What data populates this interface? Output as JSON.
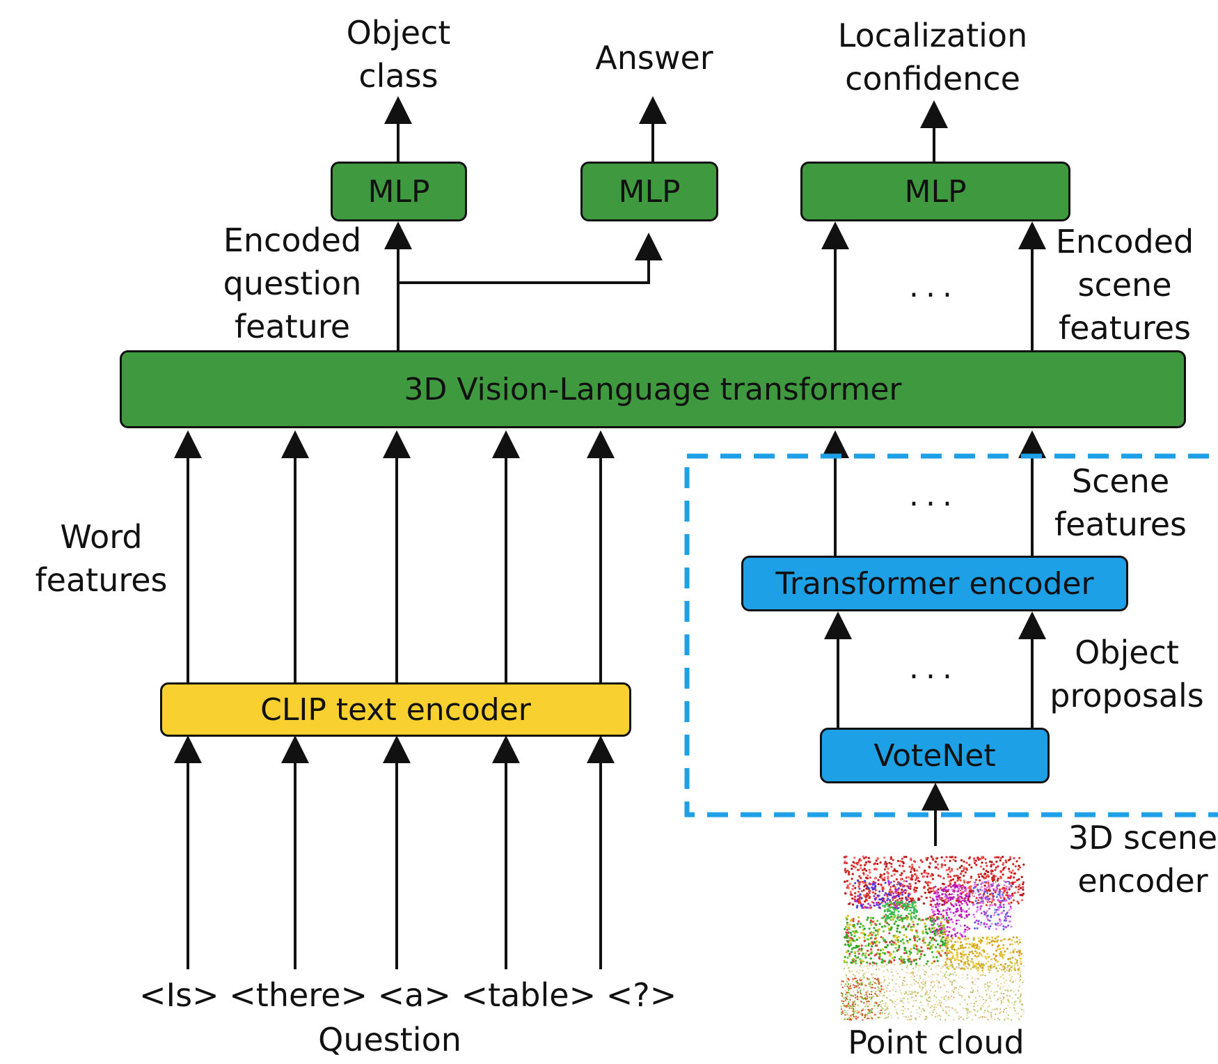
{
  "outputs": {
    "object_class": [
      "Object",
      "class"
    ],
    "answer": "Answer",
    "localization": [
      "Localization",
      "confidence"
    ]
  },
  "mlp_label": "MLP",
  "labels": {
    "encoded_question": [
      "Encoded",
      "question",
      "feature"
    ],
    "encoded_scene": [
      "Encoded",
      "scene",
      "features"
    ],
    "word_features": [
      "Word",
      "features"
    ],
    "scene_features": [
      "Scene",
      "features"
    ],
    "object_proposals": [
      "Object",
      "proposals"
    ],
    "scene_encoder": [
      "3D scene",
      "encoder"
    ],
    "ellipsis": "..."
  },
  "boxes": {
    "transformer_3d": "3D Vision-Language transformer",
    "clip": "CLIP text encoder",
    "transformer_encoder": "Transformer encoder",
    "votenet": "VoteNet"
  },
  "question_tokens": "<Is> <there> <a> <table> <?>",
  "question_label": "Question",
  "point_cloud_label": "Point cloud",
  "colors": {
    "green": "#3f9a3f",
    "yellow": "#f8d030",
    "blue": "#1ea0e6",
    "dashed_border": "#1ea0e6"
  }
}
